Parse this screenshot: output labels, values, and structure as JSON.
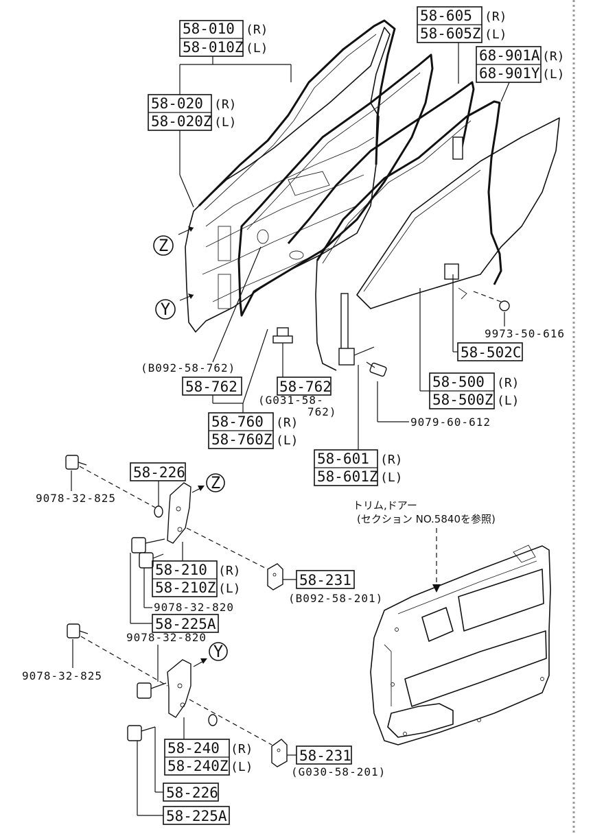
{
  "labels": {
    "p58_010": "58-010",
    "p58_010z": "58-010Z",
    "p58_020": "58-020",
    "p58_020z": "58-020Z",
    "p58_605": "58-605",
    "p58_605z": "58-605Z",
    "p68_901a": "68-901A",
    "p68_901y": "68-901Y",
    "p58_762_a": "58-762",
    "p58_762_b": "58-762",
    "p58_760": "58-760",
    "p58_760z": "58-760Z",
    "p58_502c": "58-502C",
    "p58_500": "58-500",
    "p58_500z": "58-500Z",
    "p58_601": "58-601",
    "p58_601z": "58-601Z",
    "p58_226_a": "58-226",
    "p58_226_b": "58-226",
    "p58_210": "58-210",
    "p58_210z": "58-210Z",
    "p58_231_a": "58-231",
    "p58_231_b": "58-231",
    "p58_225a_a": "58-225A",
    "p58_225a_b": "58-225A",
    "p58_240": "58-240",
    "p58_240z": "58-240Z"
  },
  "sides": {
    "right": "(R)",
    "left": "(L)"
  },
  "refs": {
    "b092_58_762": "(B092-58-762)",
    "g031_58": "(G031-58-",
    "g031_762": "762)",
    "bolt_9973": "9973-50-616",
    "bolt_9079": "9079-60-612",
    "bolt_9078_825_a": "9078-32-825",
    "bolt_9078_825_b": "9078-32-825",
    "bolt_9078_820_a": "9078-32-820",
    "bolt_9078_820_b": "9078-32-820",
    "b092_58_201": "(B092-58-201)",
    "g030_58_201": "(G030-58-201)"
  },
  "callouts": {
    "z": "Z",
    "y": "Y"
  },
  "trim_note": {
    "line1": "トリム,ドアー",
    "line2": "(セクション NO.5840を参照)"
  }
}
